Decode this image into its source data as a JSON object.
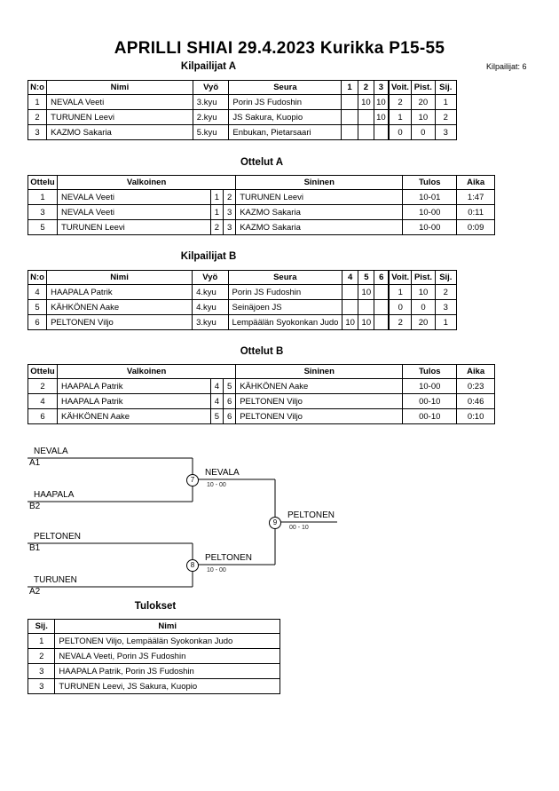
{
  "title": "APRILLI SHIAI  29.4.2023  Kurikka   P15-55",
  "competitor_count": "Kilpailijat: 6",
  "poolA": {
    "heading": "Kilpailijat A",
    "headers": [
      "N:o",
      "Nimi",
      "Vyö",
      "Seura",
      "1",
      "2",
      "3",
      "Voit.",
      "Pist.",
      "Sij."
    ],
    "rows": [
      {
        "no": "1",
        "name": "NEVALA Veeti",
        "belt": "3.kyu",
        "club": "Porin JS Fudoshin",
        "m1": "",
        "m2": "10",
        "m3": "10",
        "wins": "2",
        "pts": "20",
        "place": "1"
      },
      {
        "no": "2",
        "name": "TURUNEN Leevi",
        "belt": "2.kyu",
        "club": "JS Sakura, Kuopio",
        "m1": "",
        "m2": "",
        "m3": "10",
        "wins": "1",
        "pts": "10",
        "place": "2"
      },
      {
        "no": "3",
        "name": "KAZMO Sakaria",
        "belt": "5.kyu",
        "club": "Enbukan, Pietarsaari",
        "m1": "",
        "m2": "",
        "m3": "",
        "wins": "0",
        "pts": "0",
        "place": "3"
      }
    ]
  },
  "matchesA": {
    "heading": "Ottelut A",
    "headers": [
      "Ottelu",
      "Valkoinen",
      "Sininen",
      "Tulos",
      "Aika"
    ],
    "rows": [
      {
        "no": "1",
        "white": "NEVALA Veeti",
        "wn": "1",
        "bn": "2",
        "blue": "TURUNEN Leevi",
        "result": "10-01",
        "time": "1:47"
      },
      {
        "no": "3",
        "white": "NEVALA Veeti",
        "wn": "1",
        "bn": "3",
        "blue": "KAZMO Sakaria",
        "result": "10-00",
        "time": "0:11"
      },
      {
        "no": "5",
        "white": "TURUNEN Leevi",
        "wn": "2",
        "bn": "3",
        "blue": "KAZMO Sakaria",
        "result": "10-00",
        "time": "0:09"
      }
    ]
  },
  "poolB": {
    "heading": "Kilpailijat B",
    "headers": [
      "N:o",
      "Nimi",
      "Vyö",
      "Seura",
      "4",
      "5",
      "6",
      "Voit.",
      "Pist.",
      "Sij."
    ],
    "rows": [
      {
        "no": "4",
        "name": "HAAPALA Patrik",
        "belt": "4.kyu",
        "club": "Porin JS Fudoshin",
        "m1": "",
        "m2": "10",
        "m3": "",
        "wins": "1",
        "pts": "10",
        "place": "2"
      },
      {
        "no": "5",
        "name": "KÄHKÖNEN Aake",
        "belt": "4.kyu",
        "club": "Seinäjoen JS",
        "m1": "",
        "m2": "",
        "m3": "",
        "wins": "0",
        "pts": "0",
        "place": "3"
      },
      {
        "no": "6",
        "name": "PELTONEN Viljo",
        "belt": "3.kyu",
        "club": "Lempäälän Syokonkan Judo",
        "m1": "10",
        "m2": "10",
        "m3": "",
        "wins": "2",
        "pts": "20",
        "place": "1"
      }
    ]
  },
  "matchesB": {
    "heading": "Ottelut B",
    "headers": [
      "Ottelu",
      "Valkoinen",
      "Sininen",
      "Tulos",
      "Aika"
    ],
    "rows": [
      {
        "no": "2",
        "white": "HAAPALA Patrik",
        "wn": "4",
        "bn": "5",
        "blue": "KÄHKÖNEN Aake",
        "result": "10-00",
        "time": "0:23"
      },
      {
        "no": "4",
        "white": "HAAPALA Patrik",
        "wn": "4",
        "bn": "6",
        "blue": "PELTONEN Viljo",
        "result": "00-10",
        "time": "0:46"
      },
      {
        "no": "6",
        "white": "KÄHKÖNEN Aake",
        "wn": "5",
        "bn": "6",
        "blue": "PELTONEN Viljo",
        "result": "00-10",
        "time": "0:10"
      }
    ]
  },
  "bracket": {
    "r1": [
      {
        "name": "NEVALA",
        "seed": "A1"
      },
      {
        "name": "HAAPALA",
        "seed": "B2"
      },
      {
        "name": "PELTONEN",
        "seed": "B1"
      },
      {
        "name": "TURUNEN",
        "seed": "A2"
      }
    ],
    "m7": {
      "no": "7",
      "winner": "NEVALA",
      "score": "10 - 00"
    },
    "m8": {
      "no": "8",
      "winner": "PELTONEN",
      "score": "10 - 00"
    },
    "m9": {
      "no": "9",
      "winner": "PELTONEN",
      "score": "00 - 10"
    }
  },
  "results": {
    "heading": "Tulokset",
    "headers": [
      "Sij.",
      "Nimi"
    ],
    "rows": [
      {
        "place": "1",
        "name": "PELTONEN Viljo, Lempäälän Syokonkan Judo"
      },
      {
        "place": "2",
        "name": "NEVALA Veeti, Porin JS Fudoshin"
      },
      {
        "place": "3",
        "name": "HAAPALA Patrik, Porin JS Fudoshin"
      },
      {
        "place": "3",
        "name": "TURUNEN Leevi, JS Sakura, Kuopio"
      }
    ]
  }
}
